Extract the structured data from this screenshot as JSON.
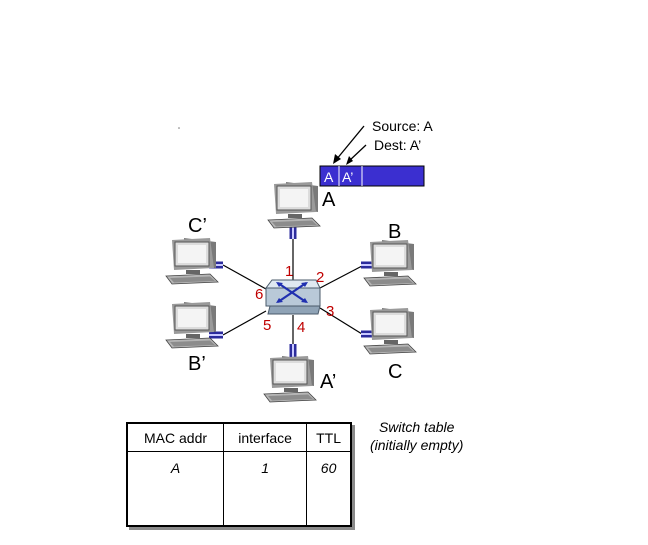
{
  "frame": {
    "source_annotation": "Source: A",
    "dest_annotation": "Dest: A’",
    "field_source": "A",
    "field_dest": "A’",
    "color": "#3b2fd0"
  },
  "hosts": {
    "a": "A",
    "b": "B",
    "c": "C",
    "a_prime": "A’",
    "b_prime": "B’",
    "c_prime": "C’"
  },
  "ports": [
    "1",
    "2",
    "3",
    "4",
    "5",
    "6"
  ],
  "colors": {
    "port_numbers": "#c00000",
    "link_connector": "#2b2b9c",
    "switch_arrows": "#2030b0"
  },
  "switch_table": {
    "headers": [
      "MAC addr",
      "interface",
      "TTL"
    ],
    "rows": [
      [
        "A",
        "1",
        "60"
      ]
    ]
  },
  "caption": {
    "line1": "Switch table",
    "line2": "(initially empty)"
  }
}
